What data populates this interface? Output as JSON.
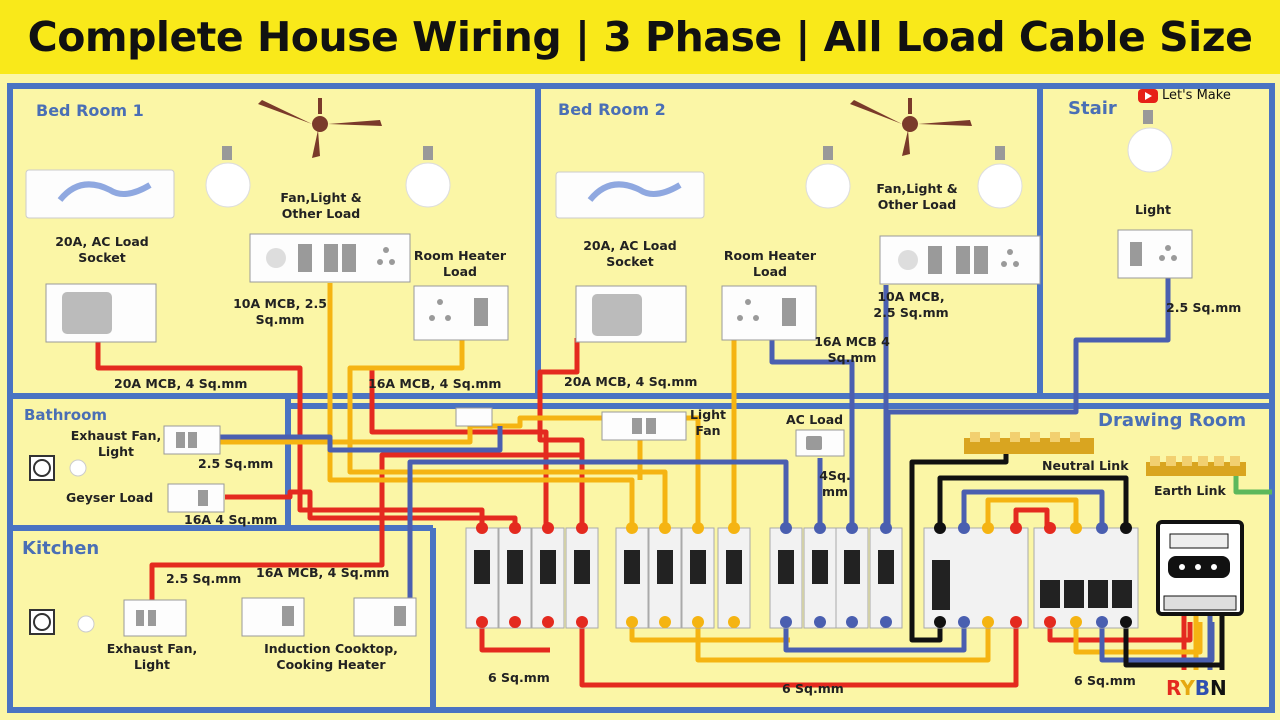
{
  "title": "Complete House Wiring | 3 Phase | All Load Cable Size",
  "brand": "Let's Make",
  "rooms": {
    "bedroom1": "Bed Room 1",
    "bedroom2": "Bed Room 2",
    "stair": "Stair",
    "bathroom": "Bathroom",
    "kitchen": "Kitchen",
    "drawing_room": "Drawing Room"
  },
  "labels": {
    "bed1_ac_socket": "20A, AC Load Socket",
    "bed1_fan_light": "Fan,Light & Other Load",
    "bed1_heater": "Room Heater Load",
    "bed1_mcb_10a": "10A MCB, 2.5 Sq.mm",
    "bed1_mcb_20a": "20A MCB, 4 Sq.mm",
    "bed1_mcb_16a": "16A MCB, 4 Sq.mm",
    "bed2_ac_socket": "20A, AC Load Socket",
    "bed2_heater": "Room Heater Load",
    "bed2_fan_light": "Fan,Light & Other Load",
    "bed2_mcb_10a": "10A MCB, 2.5 Sq.mm",
    "bed2_mcb_16a": "16A MCB 4 Sq.mm",
    "bed2_mcb_20a": "20A MCB, 4 Sq.mm",
    "stair_light": "Light",
    "stair_cable": "2.5 Sq.mm",
    "bath_exhaust": "Exhaust Fan, Light",
    "bath_cable": "2.5 Sq.mm",
    "bath_geyser": "Geyser Load",
    "bath_geyser_mcb": "16A 4 Sq.mm",
    "kitchen_cable": "2.5 Sq.mm",
    "kitchen_mcb": "16A MCB, 4 Sq.mm",
    "kitchen_exhaust": "Exhaust Fan, Light",
    "kitchen_induction": "Induction Cooktop, Cooking Heater",
    "drawing_light_fan": "Light Fan",
    "drawing_ac": "AC Load",
    "drawing_ac_cable": "4Sq. mm",
    "neutral_link": "Neutral Link",
    "earth_link": "Earth Link",
    "cable_6_a": "6 Sq.mm",
    "cable_6_b": "6 Sq.mm",
    "cable_6_c": "6 Sq.mm"
  },
  "phases": [
    "R",
    "Y",
    "B",
    "N"
  ],
  "colors": {
    "background": "#fbf6a6",
    "title_bar": "#f9e91a",
    "walls": "#4a73c2",
    "red_phase": "#e42a1f",
    "yellow_phase": "#f5b412",
    "blue_phase": "#4a5fb0",
    "neutral": "#111111",
    "earth": "#5cb85c"
  }
}
